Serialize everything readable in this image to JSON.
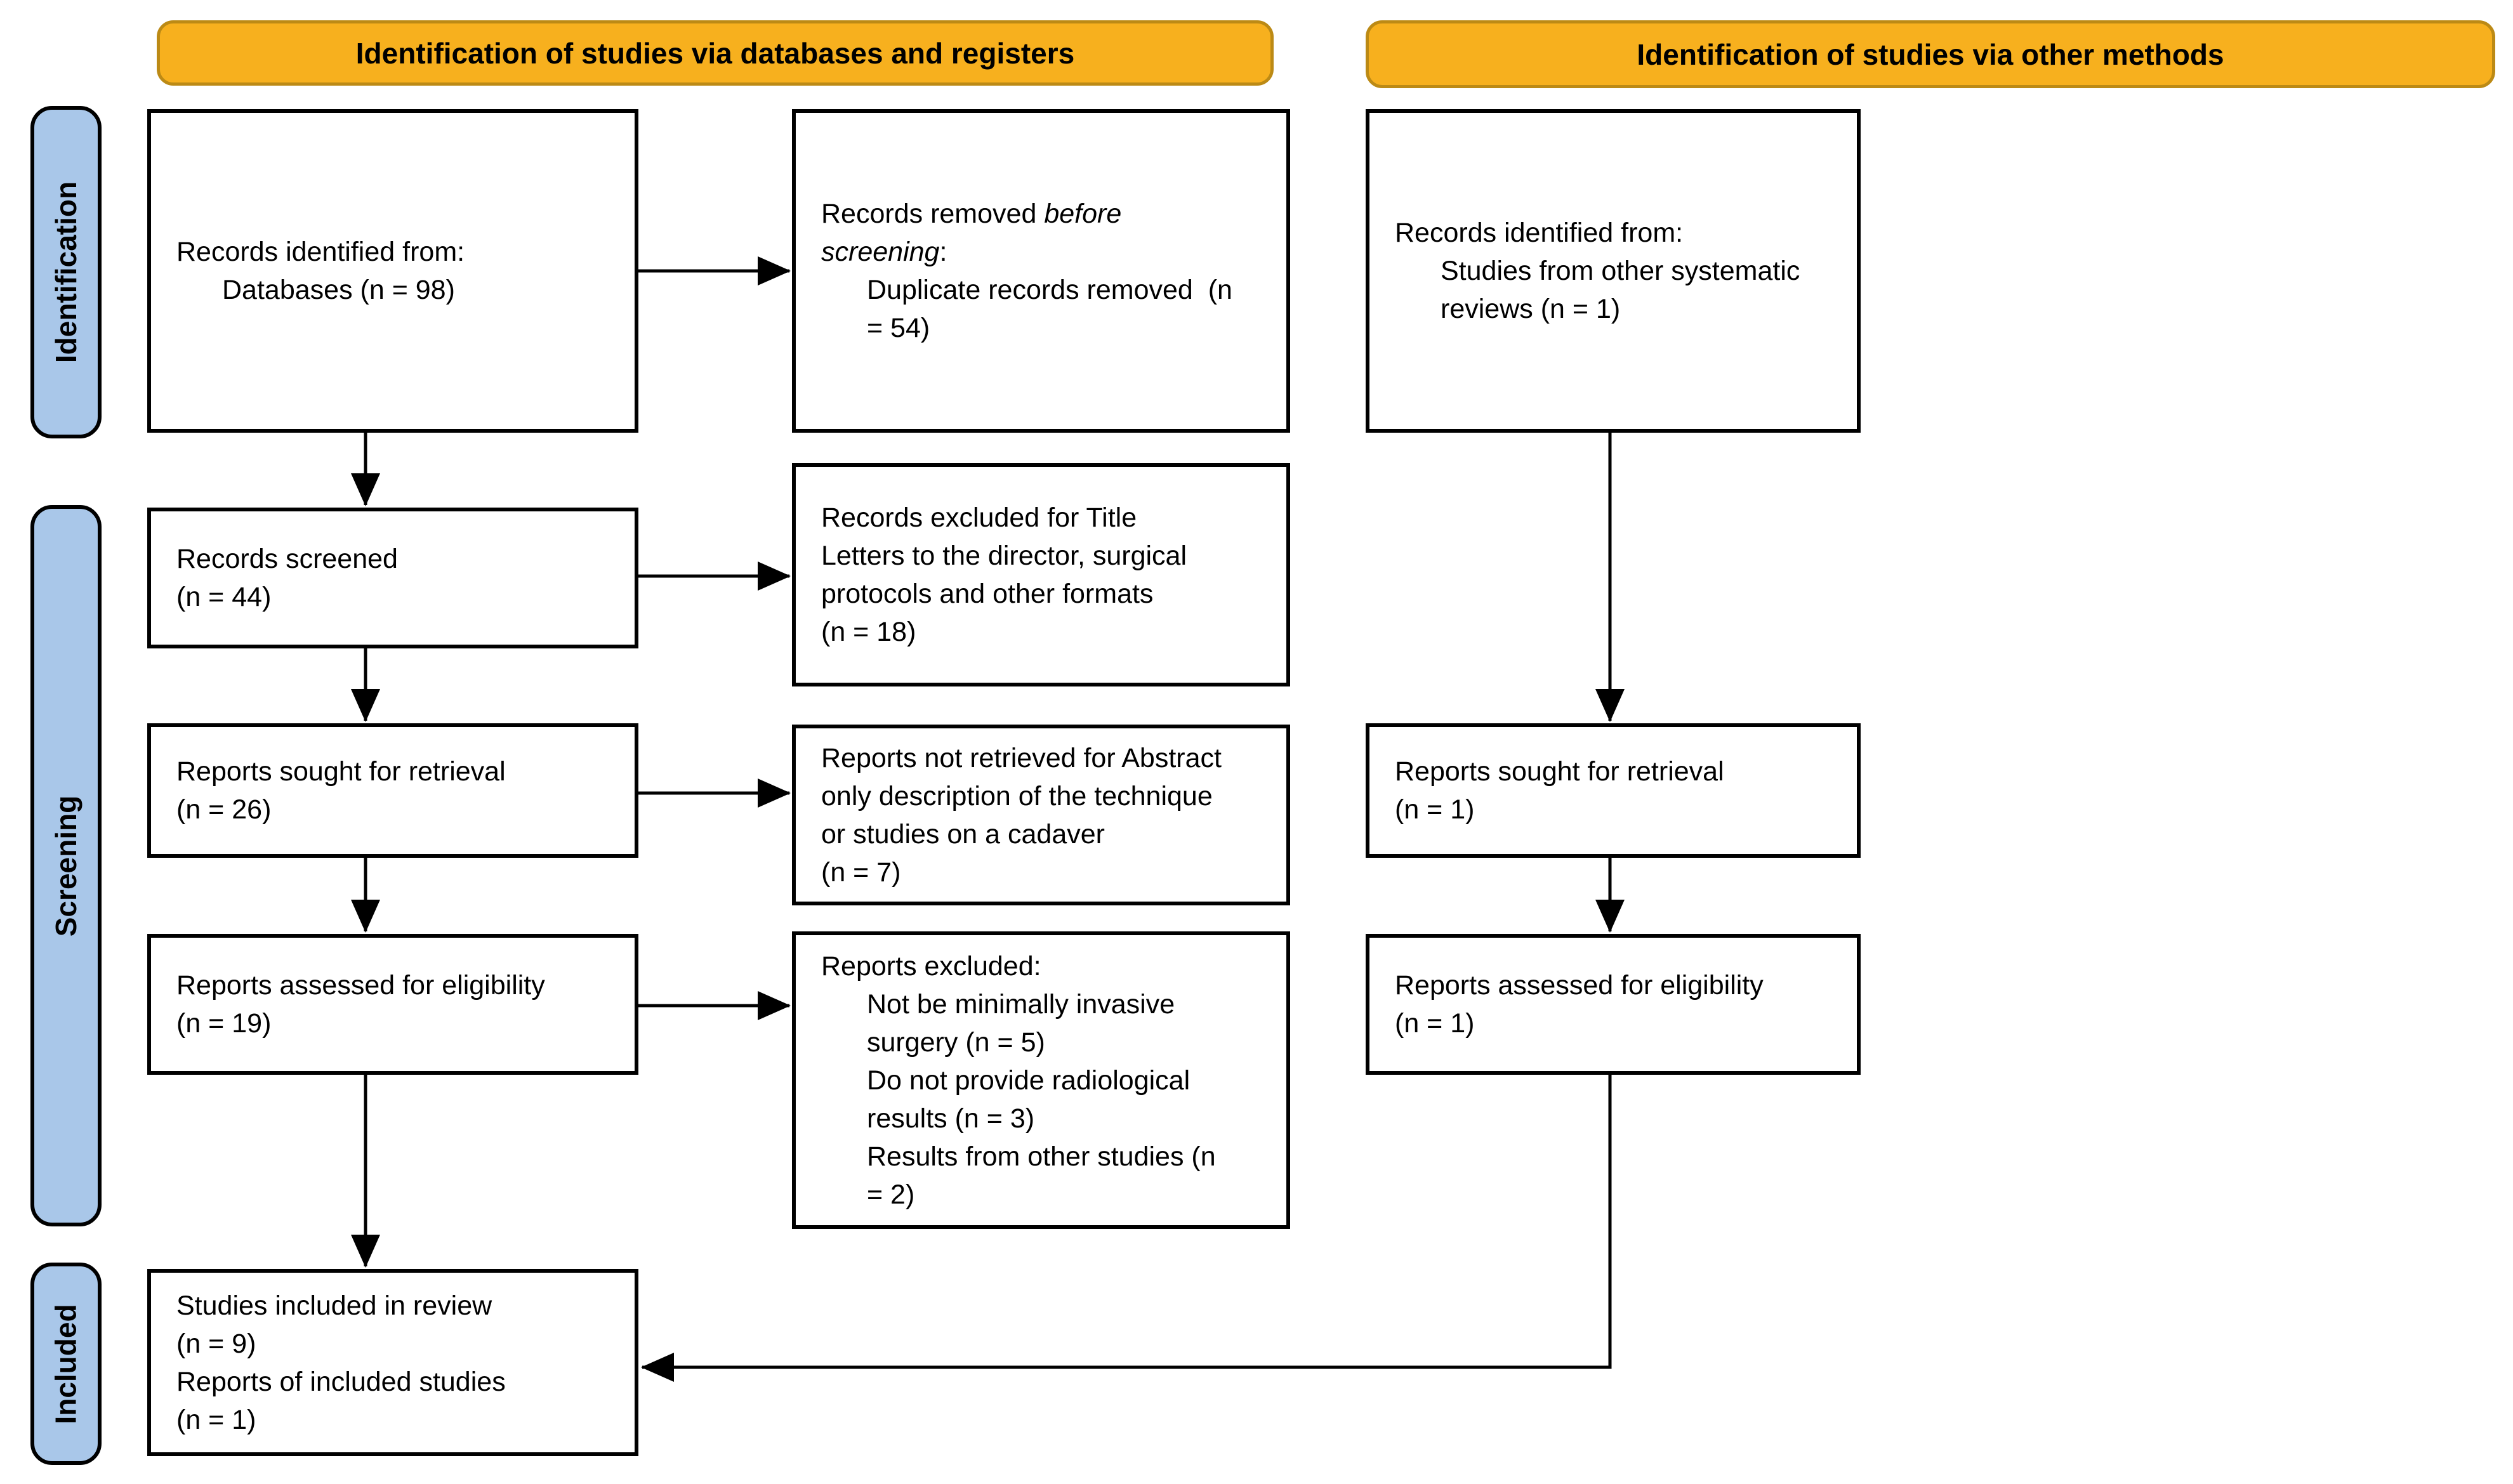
{
  "banners": {
    "databases": "Identification of studies via databases and registers",
    "other": "Identification of studies via other methods"
  },
  "side_labels": {
    "identification": "Identification",
    "screening": "Screening",
    "included": "Included"
  },
  "boxes": {
    "records_identified_databases": {
      "head": "Records identified from:",
      "detail_lines": [
        "Databases (n = 98)"
      ]
    },
    "records_removed": {
      "head_prefix": "Records removed ",
      "head_italic": "before screening",
      "head_suffix": ":",
      "detail_lines": [
        "Duplicate records removed  (n",
        "= 54)"
      ]
    },
    "records_identified_other": {
      "head": "Records identified from:",
      "detail_lines": [
        "Studies from other systematic",
        "reviews (n = 1)"
      ]
    },
    "records_screened": {
      "lines": [
        "Records screened",
        "(n = 44)"
      ]
    },
    "records_excluded_title": {
      "lines": [
        "Records excluded for Title",
        "Letters to the director, surgical",
        "protocols and other formats",
        "(n = 18)"
      ]
    },
    "reports_sought_databases": {
      "lines": [
        "Reports sought for retrieval",
        "(n = 26)"
      ]
    },
    "reports_not_retrieved": {
      "lines": [
        "Reports not retrieved for Abstract",
        "only description of the technique",
        "or studies on a cadaver",
        "(n = 7)"
      ]
    },
    "reports_sought_other": {
      "lines": [
        "Reports sought for retrieval",
        "(n = 1)"
      ]
    },
    "reports_assessed_databases": {
      "lines": [
        "Reports assessed for eligibility",
        "(n = 19)"
      ]
    },
    "reports_excluded": {
      "head": "Reports excluded:",
      "detail_lines": [
        "Not be minimally invasive",
        "surgery (n = 5)",
        "Do not provide radiological",
        "results (n = 3)",
        "Results from other studies (n",
        "= 2)"
      ]
    },
    "reports_assessed_other": {
      "lines": [
        "Reports assessed for eligibility",
        "(n = 1)"
      ]
    },
    "studies_included": {
      "lines": [
        "Studies included in review",
        "(n = 9)",
        "Reports of included studies",
        "(n = 1)"
      ]
    }
  },
  "colors": {
    "banner_bg": "#F7B01E",
    "banner_border": "#BC8A15",
    "label_bg": "#A9C7E9",
    "label_border": "#000000",
    "box_bg": "#FFFFFF",
    "box_border": "#000000",
    "arrow": "#000000"
  }
}
